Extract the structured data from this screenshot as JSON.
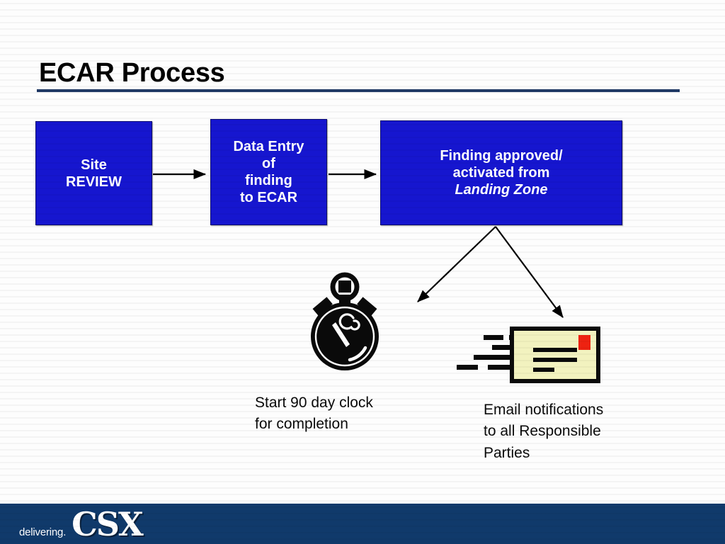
{
  "slide": {
    "title": "ECAR Process",
    "background_color": "#fdfdfd"
  },
  "process": {
    "boxes": [
      {
        "name": "site-review",
        "lines": [
          "Site",
          "REVIEW"
        ],
        "fill_color": "#1616cf",
        "text_color": "#ffffff"
      },
      {
        "name": "data-entry",
        "lines": [
          "Data Entry",
          "of",
          "finding",
          "to ECAR"
        ],
        "fill_color": "#1616cf",
        "text_color": "#ffffff"
      },
      {
        "name": "finding-approved",
        "lines": [
          "Finding approved/",
          "activated from"
        ],
        "italic_line": "Landing Zone",
        "fill_color": "#1616cf",
        "text_color": "#ffffff"
      }
    ],
    "arrow_color": "#000000"
  },
  "outcomes": [
    {
      "icon": "stopwatch-icon",
      "caption": "Start 90 day clock\nfor completion"
    },
    {
      "icon": "envelope-icon",
      "caption": "Email notifications\nto all Responsible\nParties",
      "envelope_color": "#f2f2bf",
      "stamp_color": "#ee2211"
    }
  ],
  "footer": {
    "tagline": "delivering.",
    "brand": "CSX",
    "background_color": "#103a6b",
    "text_color": "#ffffff"
  }
}
